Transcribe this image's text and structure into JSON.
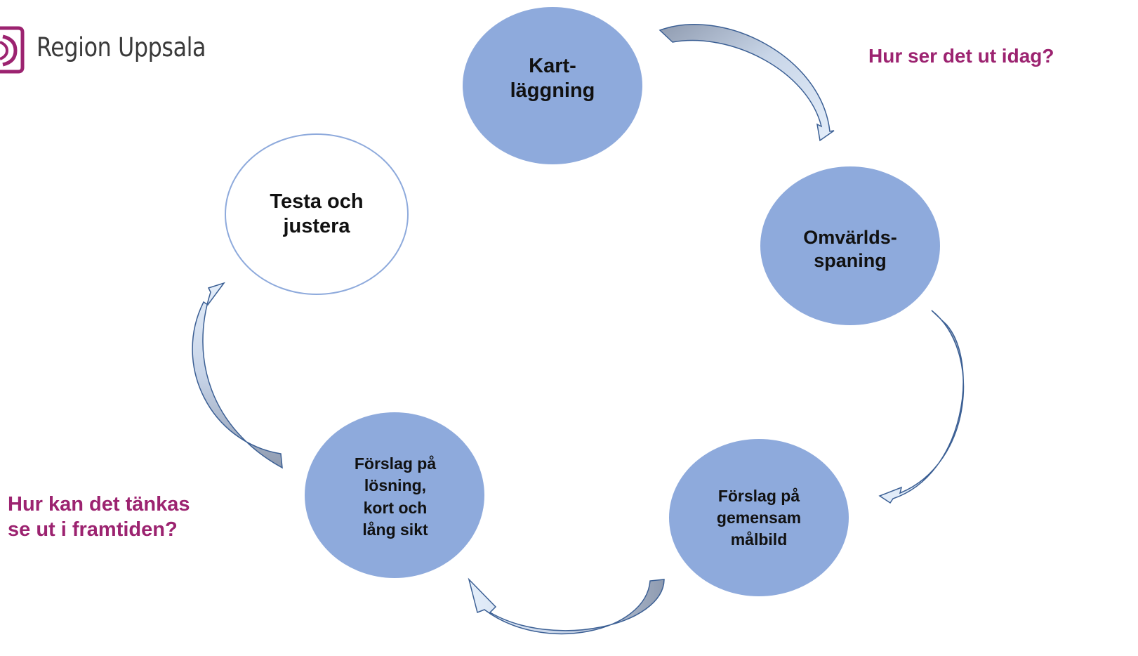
{
  "logo": {
    "brand_text": "Region Uppsala"
  },
  "cycle": {
    "steps": [
      {
        "id": "kartlaggning",
        "line1": "Kart-",
        "line2": "läggning",
        "fill": "#8eaadc"
      },
      {
        "id": "omvarldsspaning",
        "line1": "Omvärlds-",
        "line2": "spaning",
        "fill": "#8eaadc"
      },
      {
        "id": "malbild",
        "line1": "Förslag på",
        "line2": "gemensam",
        "line3": "målbild",
        "fill": "#8eaadc"
      },
      {
        "id": "losning",
        "line1": "Förslag på",
        "line2": "lösning,",
        "line3": "kort och",
        "line4": "lång sikt",
        "fill": "#8eaadc"
      },
      {
        "id": "testa",
        "line1": "Testa och",
        "line2": "justera",
        "fill": "#ffffff"
      }
    ]
  },
  "questions": {
    "today": "Hur ser det ut idag?",
    "future_line1": "Hur kan det tänkas",
    "future_line2": "se ut i framtiden?"
  },
  "colors": {
    "node_fill": "#8eaadc",
    "node_outline": "#8eaadc",
    "arrow_fill_light": "#dce8f7",
    "arrow_fill_dark": "#8f9bb0",
    "arrow_stroke": "#3b5f94",
    "question_text": "#9c2370",
    "logo_accent": "#9c2370"
  }
}
